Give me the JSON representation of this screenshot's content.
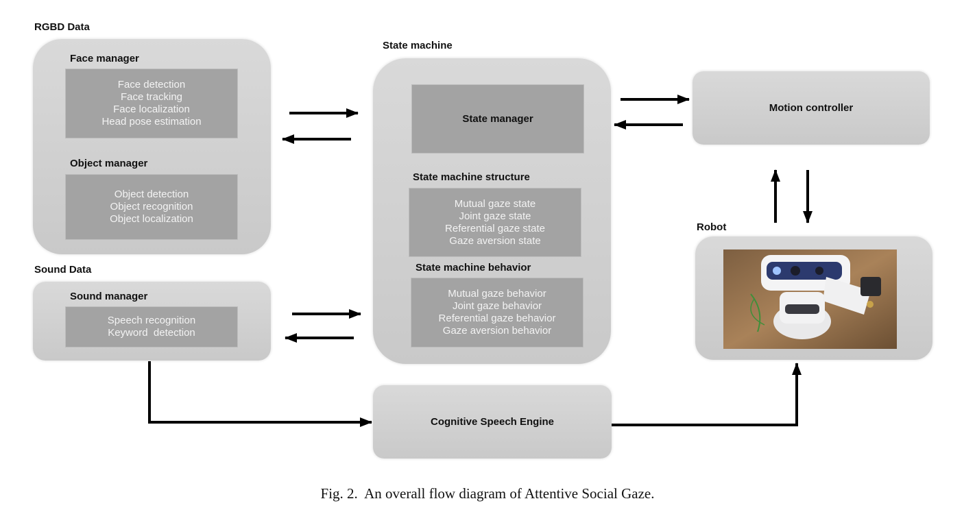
{
  "diagram": {
    "rgbd_label": "RGBD Data",
    "face_manager": {
      "title": "Face manager",
      "items": [
        "Face detection",
        "Face tracking",
        "Face localization",
        "Head pose estimation"
      ]
    },
    "object_manager": {
      "title": "Object manager",
      "items": [
        "Object detection",
        "Object recognition",
        "Object localization"
      ]
    },
    "sound_label": "Sound Data",
    "sound_manager": {
      "title": "Sound manager",
      "items": [
        "Speech recognition",
        "Keyword  detection"
      ]
    },
    "state_machine_label": "State machine",
    "state_manager": "State manager",
    "structure": {
      "title": "State machine structure",
      "items": [
        "Mutual gaze state",
        "Joint gaze state",
        "Referential gaze state",
        "Gaze aversion state"
      ]
    },
    "behavior": {
      "title": "State machine behavior",
      "items": [
        "Mutual gaze behavior",
        "Joint gaze behavior",
        "Referential gaze behavior",
        "Gaze aversion behavior"
      ]
    },
    "motion_controller": "Motion controller",
    "robot_label": "Robot",
    "cognitive_engine": "Cognitive Speech Engine"
  },
  "caption": "Fig. 2.  An overall flow diagram of Attentive Social Gaze.",
  "colors": {
    "panel": "#d0d0d0",
    "inner_box": "#a3a3a3",
    "inner_text": "#f3f3f3",
    "arrow": "#000000"
  }
}
